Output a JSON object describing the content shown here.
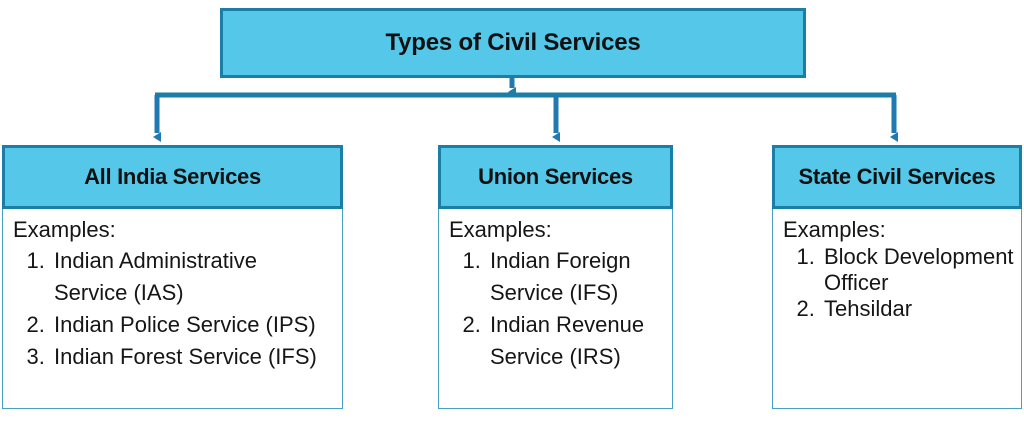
{
  "diagram": {
    "type": "hierarchy-tree",
    "colors": {
      "node_fill": "#55c8ea",
      "node_border": "#1b7ea6",
      "body_border": "#4a9fc4",
      "connector": "#1b7ea6",
      "text": "#111111",
      "background": "#ffffff"
    },
    "root": {
      "title": "Types of Civil Services"
    },
    "branches": [
      {
        "id": "all-india-services",
        "title": "All India Services",
        "examples_label": "Examples:",
        "examples": [
          "Indian Administrative Service (IAS)",
          "Indian Police Service (IPS)",
          "Indian Forest Service (IFS)"
        ]
      },
      {
        "id": "union-services",
        "title": "Union Services",
        "examples_label": "Examples:",
        "examples": [
          "Indian Foreign Service (IFS)",
          "Indian Revenue Service (IRS)"
        ]
      },
      {
        "id": "state-civil-services",
        "title": "State Civil Services",
        "examples_label": "Examples:",
        "examples": [
          "Block Development Officer",
          "Tehsildar"
        ]
      }
    ]
  }
}
